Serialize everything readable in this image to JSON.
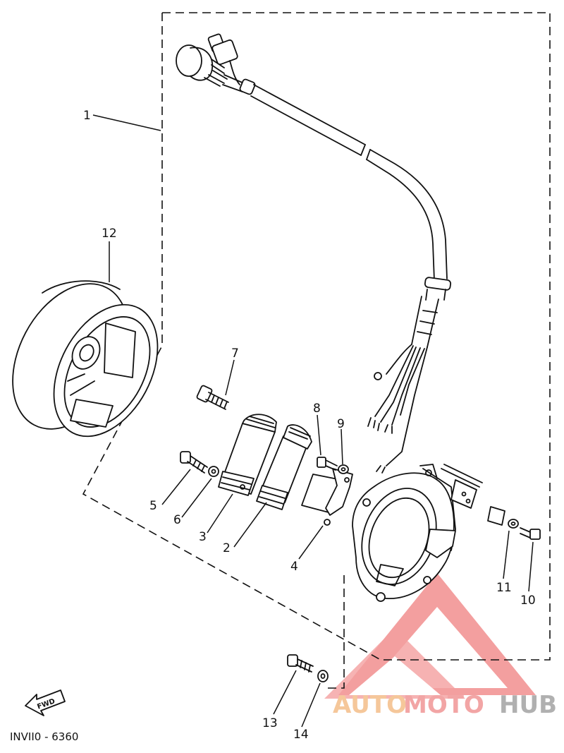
{
  "diagram": {
    "parts": [
      {
        "number": "1"
      },
      {
        "number": "2"
      },
      {
        "number": "3"
      },
      {
        "number": "4"
      },
      {
        "number": "5"
      },
      {
        "number": "6"
      },
      {
        "number": "7"
      },
      {
        "number": "8"
      },
      {
        "number": "9"
      },
      {
        "number": "10"
      },
      {
        "number": "11"
      },
      {
        "number": "12"
      },
      {
        "number": "13"
      },
      {
        "number": "14"
      }
    ],
    "fwd_label": "FWD",
    "drawing_code": "INVII0 - 6360"
  },
  "watermark": {
    "part1": "AUTO",
    "part2": "MOTO",
    "part3": "HUB",
    "colors": {
      "auto": "#f5c79a",
      "moto": "#f2a5a5",
      "hub": "#b0b0b0",
      "logo": "#f08080"
    }
  }
}
